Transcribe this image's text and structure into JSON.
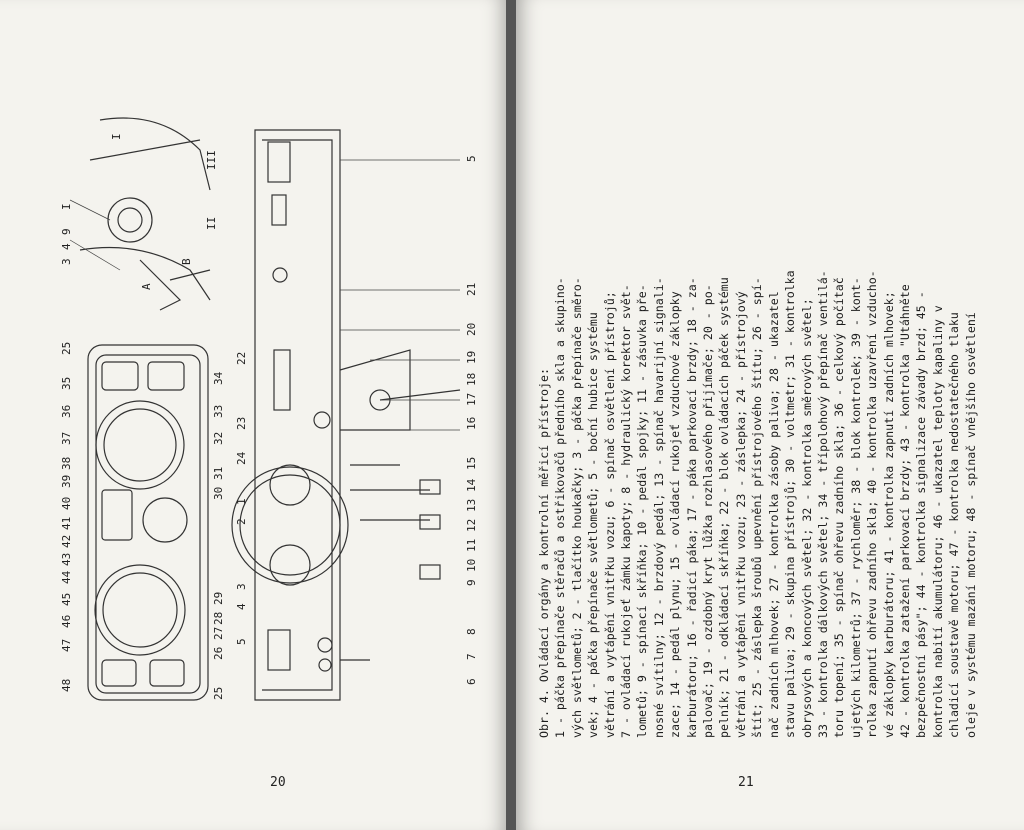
{
  "left_page": {
    "page_number": "20",
    "labels": {
      "top_inset": [
        "I",
        "II",
        "III",
        "I",
        "3",
        "4",
        "9",
        "B",
        "A"
      ],
      "cluster": [
        "25",
        "35",
        "36",
        "37",
        "38",
        "39",
        "40",
        "41",
        "42",
        "43",
        "44",
        "45",
        "46",
        "47",
        "48",
        "34",
        "33",
        "32",
        "31",
        "30",
        "29",
        "28",
        "27",
        "26",
        "25"
      ],
      "dash": [
        "5",
        "21",
        "20",
        "19",
        "18",
        "17",
        "16",
        "15",
        "14",
        "13",
        "12",
        "11",
        "10",
        "9",
        "8",
        "7",
        "6",
        "22",
        "23",
        "24",
        "1",
        "2",
        "3",
        "4",
        "5"
      ]
    }
  },
  "right_page": {
    "page_number": "21",
    "caption_lines": [
      "Obr. 4. Ovládací orgány a kontrolní měřicí přístroje:",
      "1 - páčka přepínače stěračů a ostřikovačů předního skla a skupino-",
      "vých světlometů; 2 - tlačítko houkačky; 3 - páčka přepínače směro-",
      "vek; 4 - páčka přepínače světlometů; 5 - boční hubice systému",
      "větrání a vytápění vnitřku vozu; 6 - spínač osvětlení přístrojů;",
      "7 - ovládací rukojeť zámku kapoty; 8 - hydraulický korektor svět-",
      "lometů; 9 - spínací skříňka; 10 - pedál spojky; 11 - zásuvka pře-",
      "nosné svítilny; 12 - brzdový pedál; 13 - spínač havarijní signali-",
      "zace; 14 - pedál plynu; 15 - ovládací rukojeť vzduchové záklopky",
      "karburátoru; 16 - řadicí páka; 17 - páka parkovací brzdy; 18 - za-",
      "palovač; 19 - ozdobný kryt lůžka rozhlasového přijímače; 20 - po-",
      "pelník; 21 - odkládací skříňka; 22 - blok ovládacích páček systému",
      "větrání a vytápění vnitřku vozu; 23 - záslepka; 24 - přístrojový",
      "štít; 25 - záslepka šroubů upevnění přístrojového štítu; 26 - spí-",
      "nač zadních mlhovek; 27 - kontrolka zásoby paliva; 28 - ukazatel",
      "stavu paliva; 29 - skupina přístrojů; 30 - voltmetr; 31 - kontrolka",
      "obrysových a koncových světel; 32 - kontrolka směrových světel;",
      "33 - kontrolka dálkových světel; 34 - třípolohový přepínač ventilá-",
      "toru topení; 35 - spínač ohřevu zadního skla; 36 - celkový počítač",
      "ujetých kilometrů; 37 - rychloměr; 38 - blok kontrolek; 39 - kont-",
      "rolka zapnutí ohřevu zadního skla; 40 - kontrolka uzavření vzducho-",
      "vé záklopky karburátoru; 41 - kontrolka zapnutí zadních mlhovek;",
      "42 - kontrolka zatažení parkovací brzdy; 43 - kontrolka \"Utáhněte",
      "bezpečnostní pásy\"; 44 - kontrolka signalizace závady brzd; 45 -",
      "kontrolka nabití akumulátoru; 46 - ukazatel teploty kapaliny v",
      "chladicí soustavě motoru; 47 - kontrolka nedostatečného tlaku",
      "oleje v systému mazání motoru; 48 - spínač vnějšího osvětlení"
    ]
  }
}
